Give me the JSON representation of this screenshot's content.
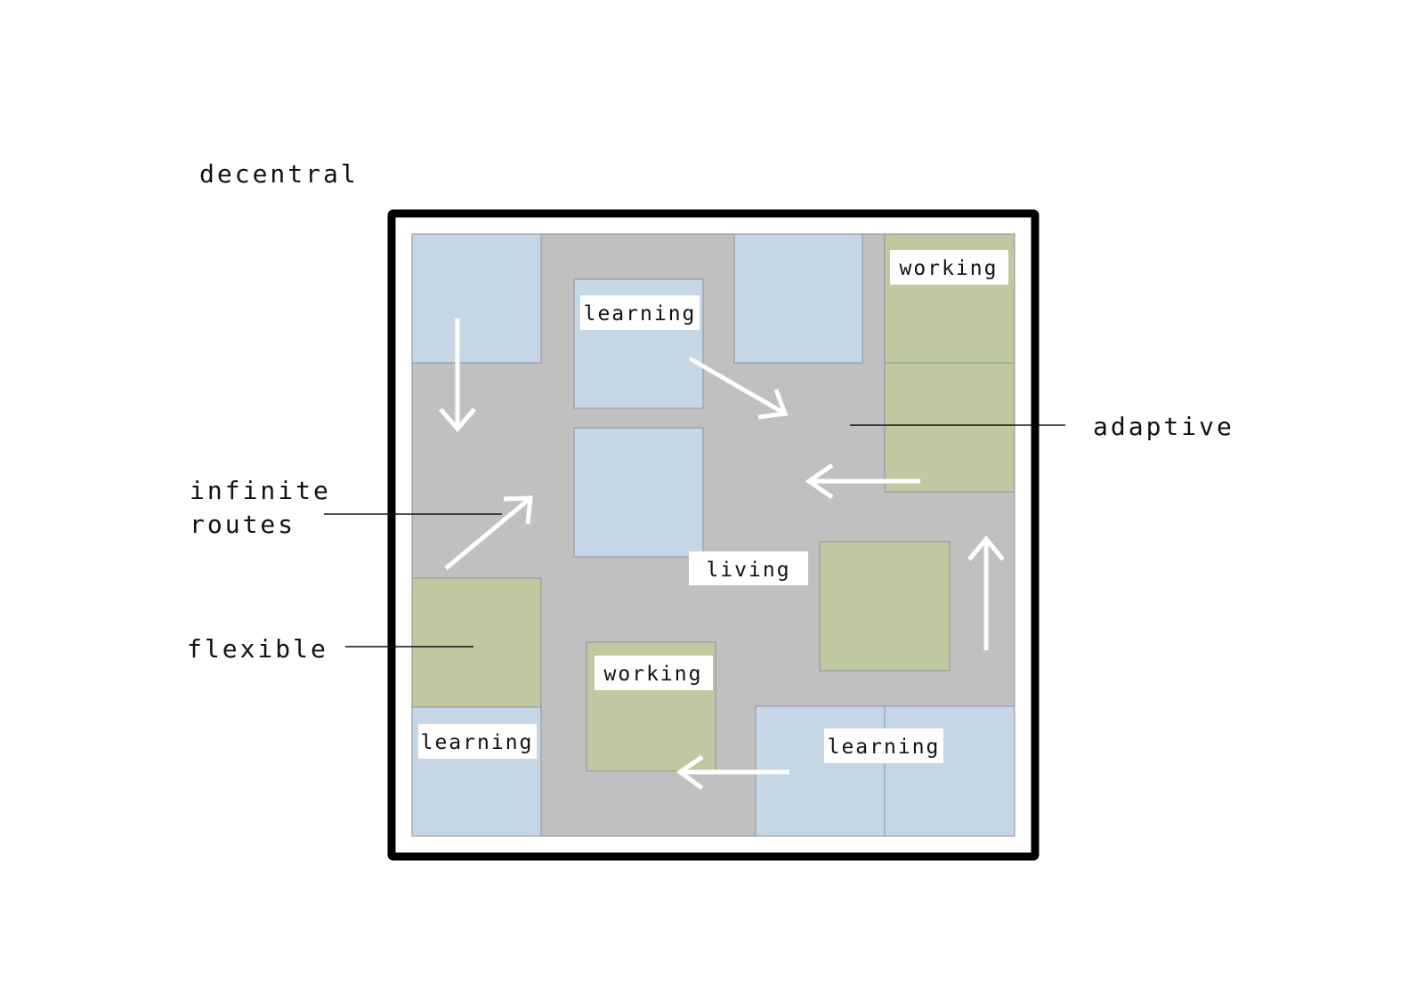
{
  "title": "decentral",
  "annotations": {
    "adaptive": "adaptive",
    "infinite_routes_line1": "infinite",
    "infinite_routes_line2": "routes",
    "flexible": "flexible"
  },
  "zone_labels": {
    "working_top_right": "working",
    "learning_top": "learning",
    "living_center": "living",
    "working_bottom": "working",
    "learning_bottom_left": "learning",
    "learning_bottom_right": "learning"
  },
  "legend_colors": {
    "learning": "#c5d6e6",
    "working": "#c0c8a2",
    "living": "#c0c0c0"
  }
}
